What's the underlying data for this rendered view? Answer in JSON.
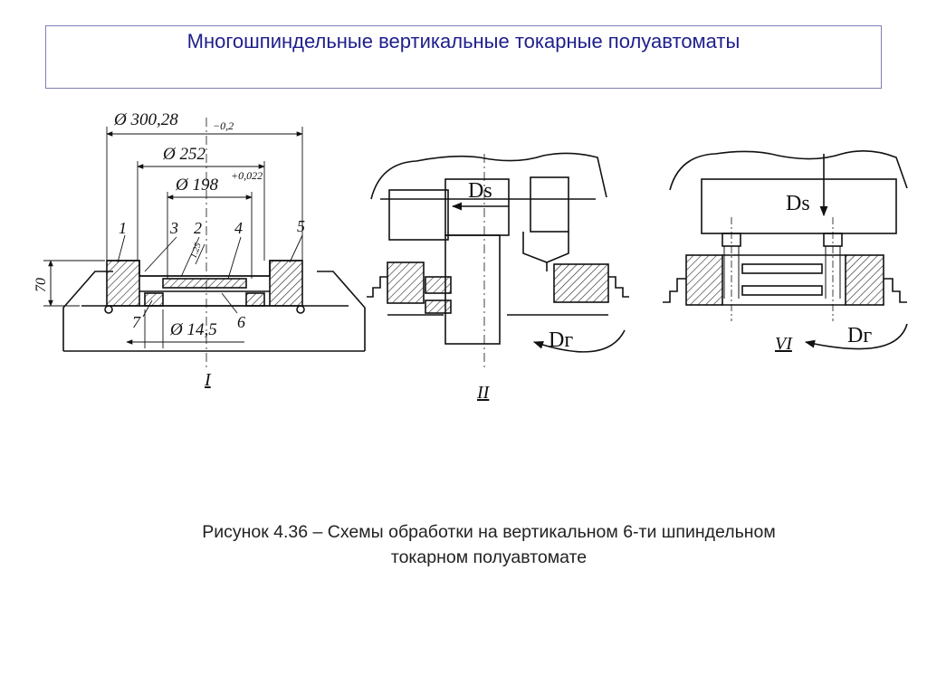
{
  "slide": {
    "title": "Многошпиндельные вертикальные токарные полуавтоматы",
    "caption_line1": "Рисунок 4.36 – Схемы обработки на вертикальном 6-ти шпиндельном",
    "caption_line2": "токарном полуавтомате"
  },
  "figure_I": {
    "dim_outer": "Ø 300,28",
    "dim_outer_tol": "−0,2",
    "dim_mid": "Ø 252",
    "dim_inner": "Ø 198",
    "dim_inner_tol": "+0,022",
    "dim_height": "70",
    "dim_hole": "Ø 14,5",
    "label_1": "1",
    "label_2": "2",
    "label_3": "3",
    "label_4": "4",
    "label_5": "5",
    "label_6": "6",
    "label_7": "7",
    "roughness": "1.25",
    "roman": "I"
  },
  "figure_II": {
    "feed_ds": "Ds",
    "rotation_dg": "Dг",
    "roman": "II"
  },
  "figure_VI": {
    "feed_ds": "Ds",
    "rotation_dg": "Dг",
    "roman": "VI"
  }
}
